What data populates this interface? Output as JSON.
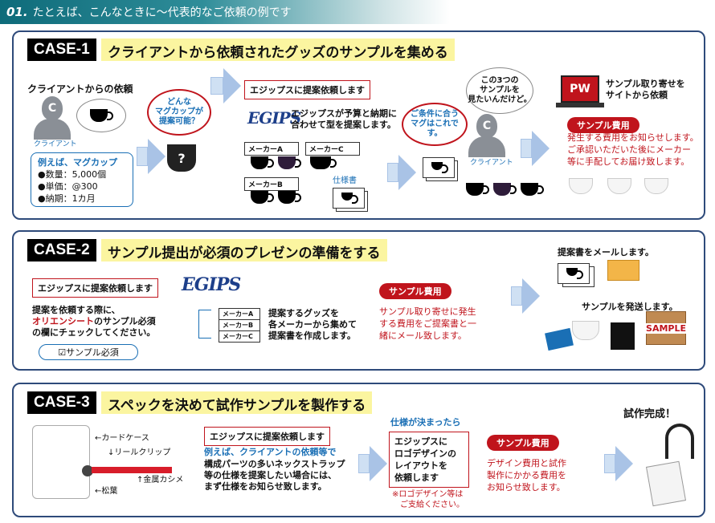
{
  "header": {
    "num": "01.",
    "title": "たとえば、こんなときに～代表的なご依頼の例です"
  },
  "case1": {
    "tag": "CASE-1",
    "title": "クライアントから依頼されたグッズのサンプルを集める",
    "client_request": "クライアントからの依頼",
    "client_label": "クライアント",
    "person_letter": "C",
    "bubble": "どんな\nマグカップが\n提案可能？",
    "example_title": "例えば、マグカップ",
    "spec": [
      "●数量：5,000個",
      "●単価：@300",
      "●納期：1カ月"
    ],
    "request_box": "エジップスに提案依頼します",
    "logo": "EGIPS",
    "egips_text": [
      "エジップスが予算と納期に",
      "合わせて型を提案します。"
    ],
    "makers": [
      "メーカーA",
      "メーカーC",
      "メーカーB"
    ],
    "spec_sheet": "仕様書",
    "suggest_bubble": "ご条件に合う\nマグはこれです。",
    "client_bubble": "この3つの\nサンプルを\n見たいんだけど。",
    "client_label2": "クライアント",
    "pw_label": "PW",
    "order_text": [
      "サンプル取り寄せを",
      "サイトから依頼"
    ],
    "fee_pill": "サンプル費用",
    "fee_text": [
      "発生する費用をお知らせします。",
      "ご承認いただいた後にメーカー",
      "等に手配してお届け致します。"
    ]
  },
  "case2": {
    "tag": "CASE-2",
    "title": "サンプル提出が必須のプレゼンの準備をする",
    "request_box": "エジップスに提案依頼します",
    "desc": [
      "提案を依頼する際に、",
      "のサンプル必須",
      "の欄にチェックしてください。"
    ],
    "orient": "オリエンシート",
    "check": "☑サンプル必須",
    "logo": "EGIPS",
    "makers": [
      "メーカーA",
      "メーカーB",
      "メーカーC"
    ],
    "make_text": [
      "提案するグッズを",
      "各メーカーから集めて",
      "提案書を作成します。"
    ],
    "fee_pill": "サンプル費用",
    "fee_text": [
      "サンプル取り寄せに発生",
      "する費用をご提案書と一",
      "緒にメール致します。"
    ],
    "mail_text": "提案書をメールします。",
    "ship_text": "サンプルを発送します。",
    "sample_label": "SAMPLE"
  },
  "case3": {
    "tag": "CASE-3",
    "title": "スペックを決めて試作サンプルを製作する",
    "parts": [
      "←カードケース",
      "↓リールクリップ",
      "↑金属カシメ",
      "←松葉"
    ],
    "request_box": "エジップスに提案依頼します",
    "example": "例えば、クライアントの依頼等で",
    "desc": [
      "構成パーツの多いネックストラップ",
      "等の仕様を提案したい場合には、",
      "まず仕様をお知らせ致します。"
    ],
    "decided": "仕様が決まったら",
    "logo_box": [
      "エジップスに",
      "ロゴデザインの",
      "レイアウトを",
      "依頼します"
    ],
    "note": [
      "※ロゴデザイン等は",
      "ご支給ください。"
    ],
    "fee_pill": "サンプル費用",
    "fee_text": [
      "デザイン費用と試作",
      "製作にかかる費用を",
      "お知らせ致します。"
    ],
    "done": "試作完成！"
  }
}
